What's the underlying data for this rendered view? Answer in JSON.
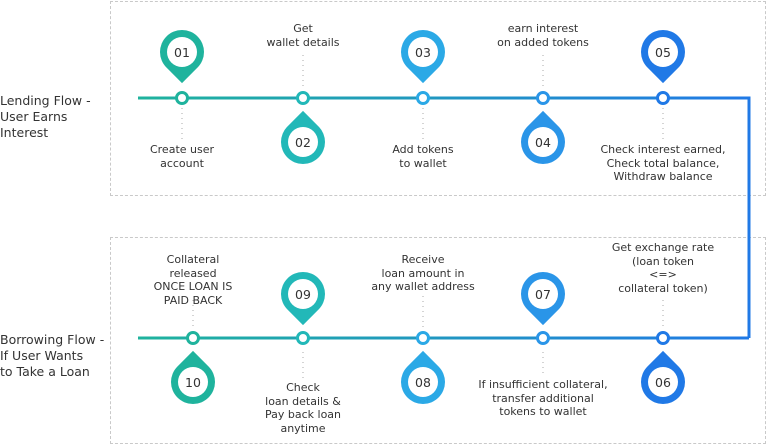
{
  "lending": {
    "label": "Lending Flow -\nUser Earns\nInterest",
    "steps": [
      {
        "num": "01",
        "text": "Create user\naccount",
        "color": "#1fb39d"
      },
      {
        "num": "02",
        "text": "Get\nwallet details",
        "color": "#22b8b8"
      },
      {
        "num": "03",
        "text": "Add tokens\nto wallet",
        "color": "#2ba9e6"
      },
      {
        "num": "04",
        "text": "earn interest\non added tokens",
        "color": "#2a95e8"
      },
      {
        "num": "05",
        "text": "Check interest earned,\nCheck total balance,\nWithdraw balance",
        "color": "#2079e6"
      }
    ]
  },
  "borrowing": {
    "label": "Borrowing Flow -\nIf User Wants\nto Take a Loan",
    "steps": [
      {
        "num": "06",
        "text": "Get exchange rate\n(loan token\n<=>\ncollateral token)",
        "color": "#2079e6"
      },
      {
        "num": "07",
        "text": "If insufficient collateral,\ntransfer additional\ntokens to wallet",
        "color": "#2a95e8"
      },
      {
        "num": "08",
        "text": "Receive\nloan amount in\nany wallet address",
        "color": "#2ba9e6"
      },
      {
        "num": "09",
        "text": "Check\nloan details &\nPay back loan\nanytime",
        "color": "#22b8b8"
      },
      {
        "num": "10",
        "text": "Collateral\nreleased\nONCE LOAN IS\nPAID BACK",
        "color": "#1fb39d"
      }
    ]
  },
  "colors": {
    "start": "#1fb39d",
    "end": "#2079e6"
  }
}
